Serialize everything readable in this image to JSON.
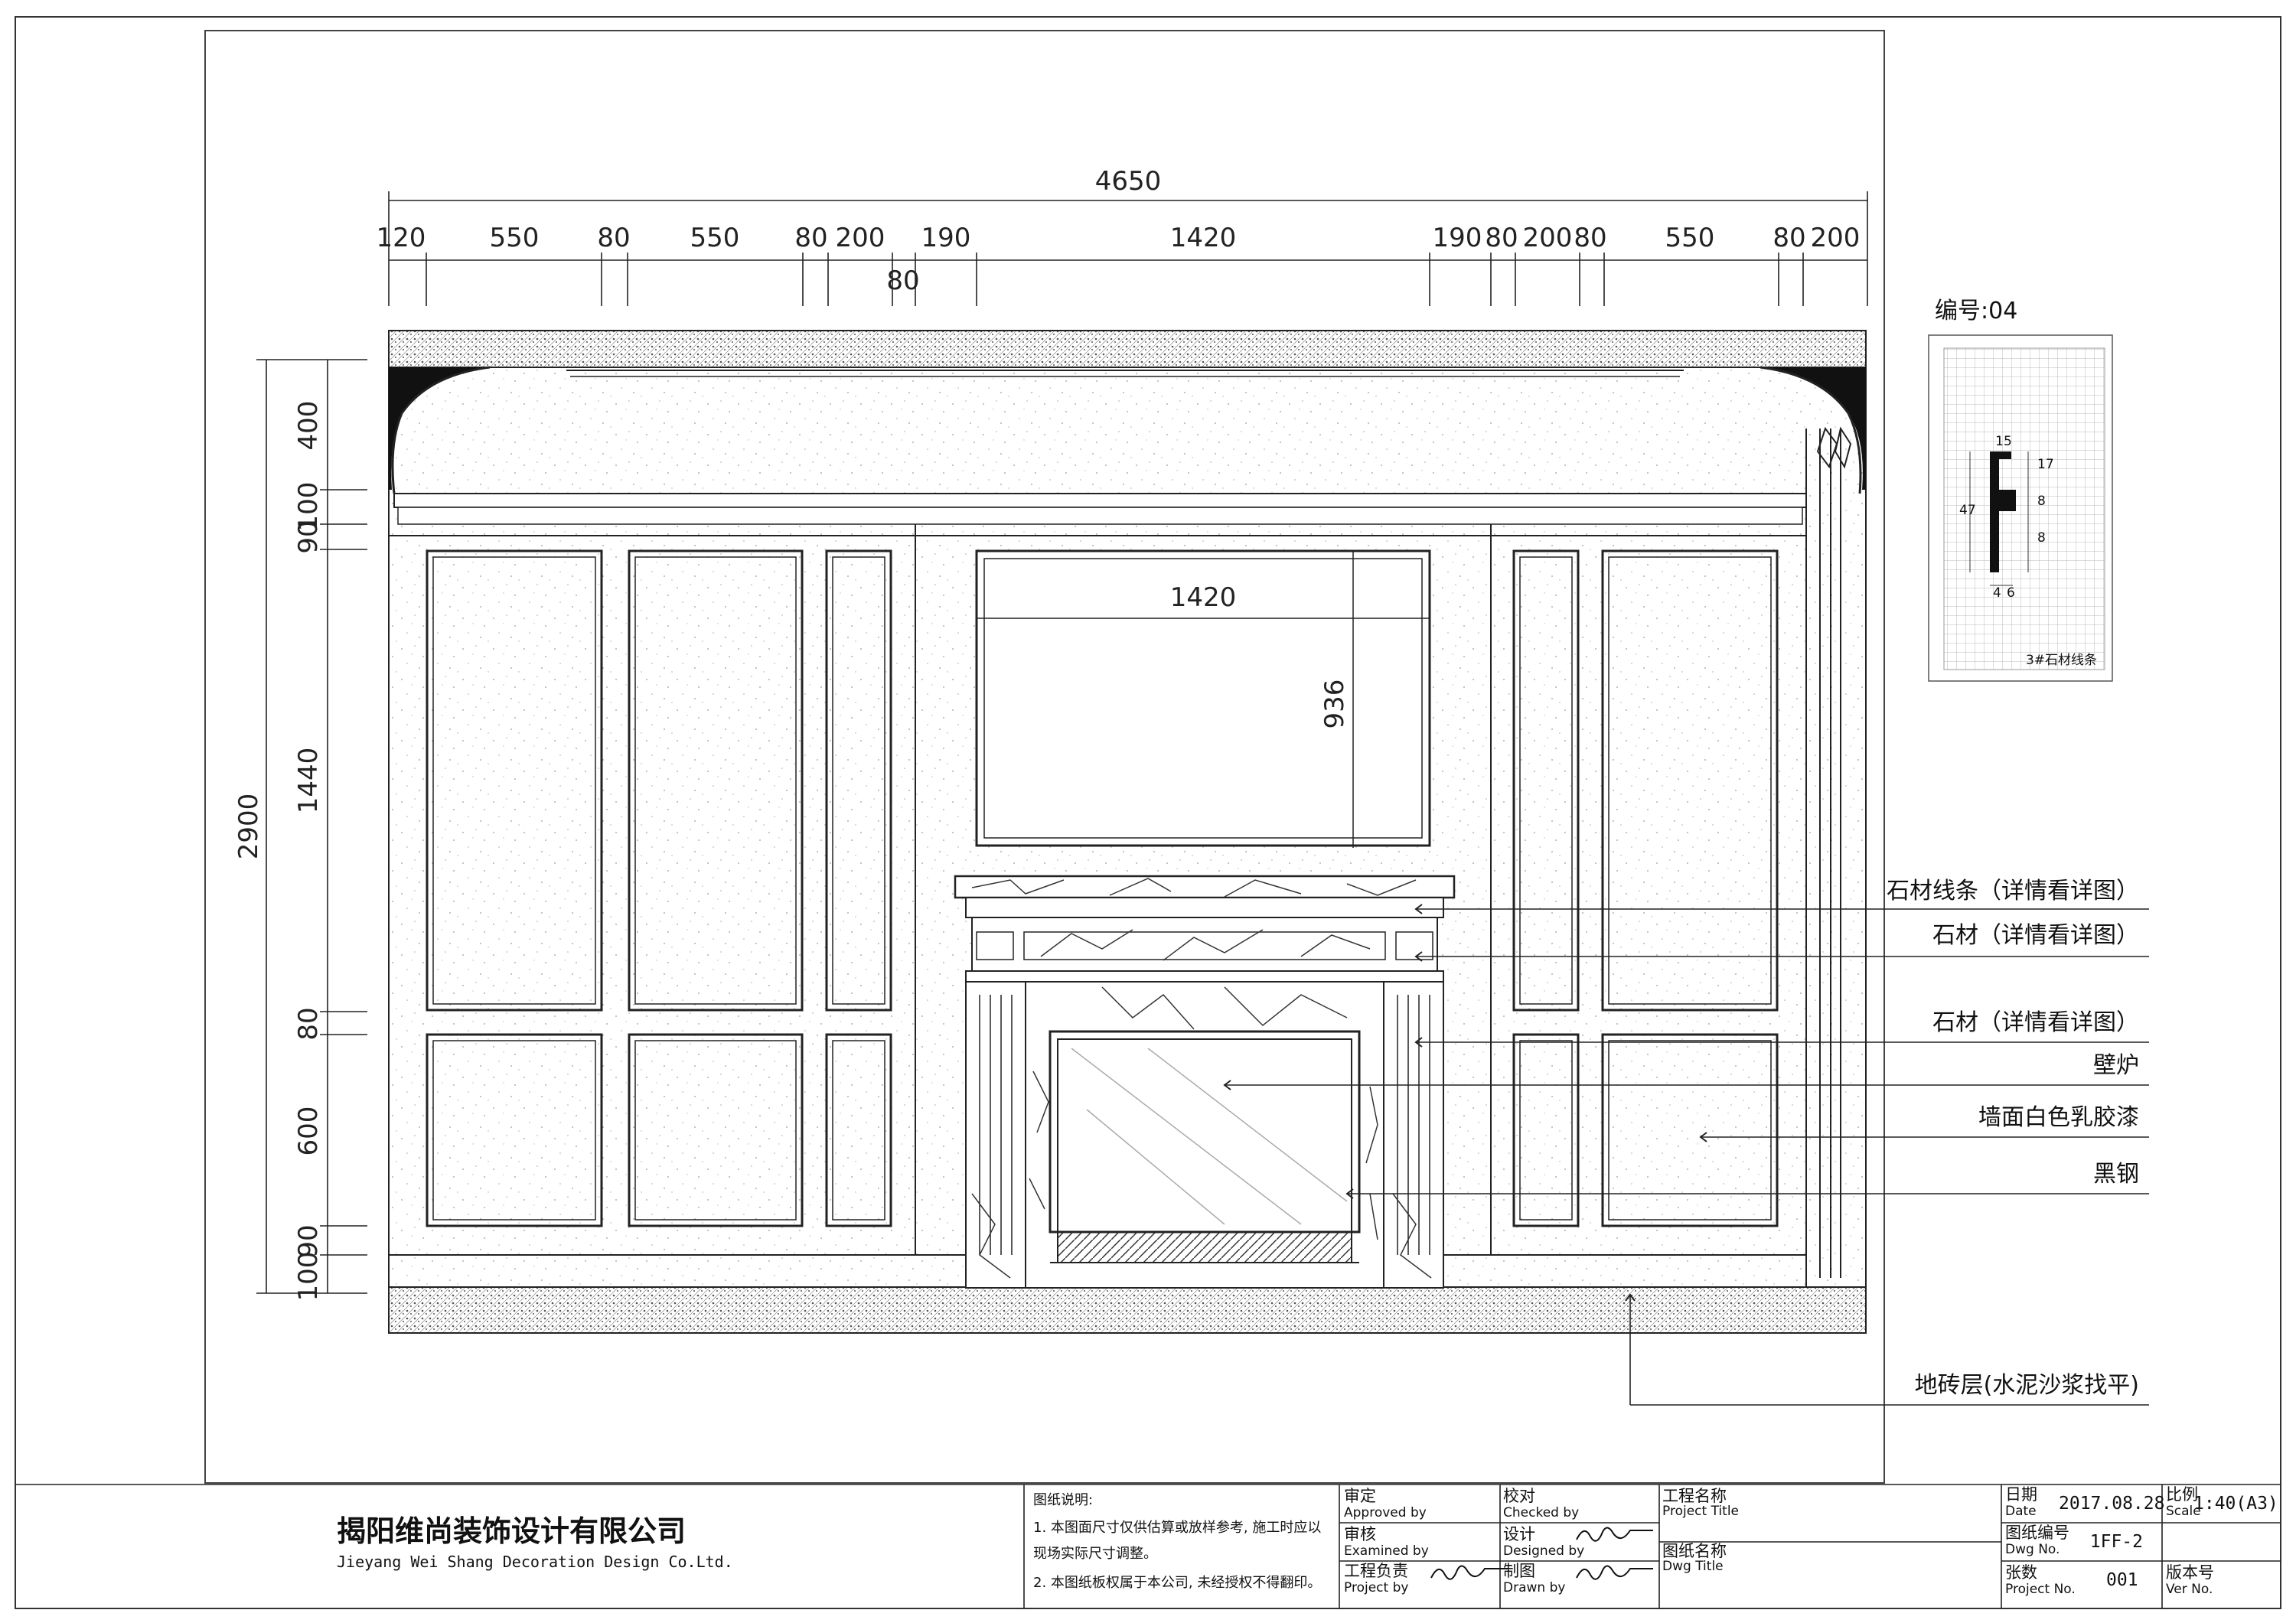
{
  "dimensions": {
    "overall_width": "4650",
    "top_segments": [
      "120",
      "550",
      "80",
      "550",
      "80",
      "200",
      "190",
      "1420",
      "190",
      "80",
      "200",
      "80",
      "550",
      "80",
      "200"
    ],
    "top_sub": "80",
    "overall_height": "2900",
    "left_segments": [
      "400",
      "100",
      "90",
      "1440",
      "80",
      "600",
      "90",
      "100"
    ],
    "painting_width": "1420",
    "painting_height": "936"
  },
  "callouts": [
    {
      "text": "石材线条（详情看详图）"
    },
    {
      "text": "石材（详情看详图）"
    },
    {
      "text": "石材（详情看详图）"
    },
    {
      "text": "壁炉"
    },
    {
      "text": "墙面白色乳胶漆"
    },
    {
      "text": "黑钢"
    },
    {
      "text": "地砖层(水泥沙浆找平)"
    }
  ],
  "detail": {
    "title": "编号:04",
    "dims": [
      "15",
      "17",
      "8",
      "8",
      "47",
      "4",
      "6"
    ],
    "caption": "3#石材线条"
  },
  "title_block": {
    "company_cn": "揭阳维尚装饰设计有限公司",
    "company_en": "Jieyang Wei Shang Decoration Design Co.Ltd.",
    "notes_title": "图纸说明:",
    "notes": [
      "1. 本图面尺寸仅供估算或放样参考, 施工时应以",
      "现场实际尺寸调整。",
      "2. 本图纸板权属于本公司, 未经授权不得翻印。"
    ],
    "approved_cn": "审定",
    "approved_en": "Approved by",
    "examined_cn": "审核",
    "examined_en": "Examined by",
    "project_by_cn": "工程负责",
    "project_by_en": "Project by",
    "checked_cn": "校对",
    "checked_en": "Checked by",
    "designed_cn": "设计",
    "designed_en": "Designed by",
    "drawn_cn": "制图",
    "drawn_en": "Drawn by",
    "project_title_cn": "工程名称",
    "project_title_en": "Project Title",
    "dwg_title_cn": "图纸名称",
    "dwg_title_en": "Dwg Title",
    "date_cn": "日期",
    "date_en": "Date",
    "date_val": "2017.08.28",
    "scale_cn": "比例",
    "scale_en": "Scale",
    "scale_val": "1:40(A3)",
    "dwg_no_cn": "图纸编号",
    "dwg_no_en": "Dwg No.",
    "dwg_no_val": "1FF-2",
    "project_no_cn": "张数",
    "project_no_en": "Project No.",
    "project_no_val": "001",
    "ver_cn": "版本号",
    "ver_en": "Ver No."
  }
}
